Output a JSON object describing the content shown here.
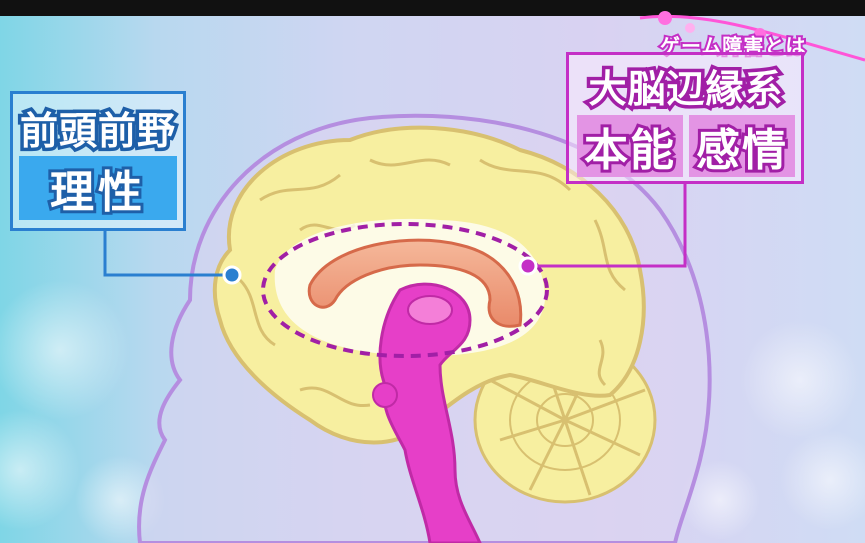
{
  "corner_title": "ゲーム障害とは",
  "frontal": {
    "title": "前頭前野",
    "subtitle": "理性"
  },
  "limbic": {
    "title": "大脳辺縁系",
    "items": [
      "本能",
      "感情"
    ]
  },
  "colors": {
    "frontal_accent": "#2a7fd0",
    "frontal_fill": "#3aa9ee",
    "limbic_accent": "#c42fc6",
    "limbic_fill": "#e394e4",
    "cerebrum": "#f7efa0",
    "brainstem": "#e63fc8",
    "corpus_callosum": "#f0a07a"
  }
}
